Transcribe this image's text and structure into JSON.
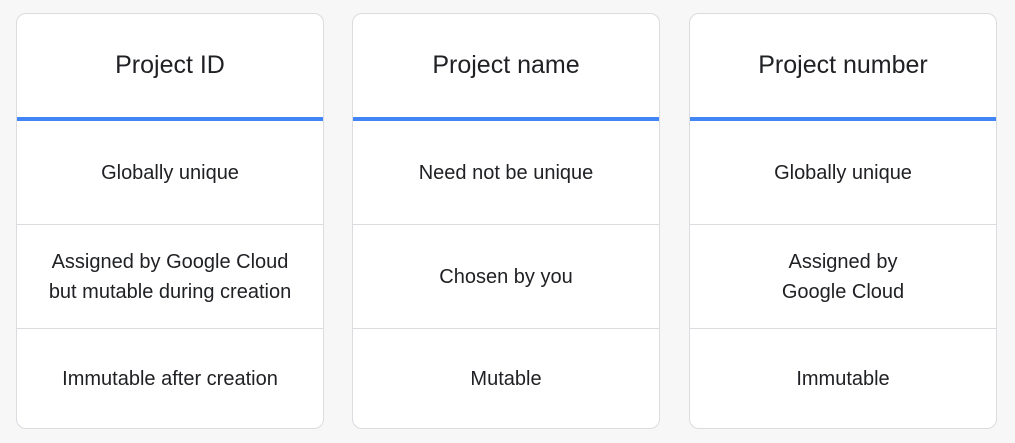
{
  "columns": [
    {
      "header": "Project ID",
      "rows": [
        "Globally unique",
        "Assigned by Google Cloud\nbut mutable during creation",
        "Immutable after creation"
      ]
    },
    {
      "header": "Project name",
      "rows": [
        "Need not be unique",
        "Chosen by you",
        "Mutable"
      ]
    },
    {
      "header": "Project number",
      "rows": [
        "Globally unique",
        "Assigned by\nGoogle Cloud",
        "Immutable"
      ]
    }
  ],
  "colors": {
    "accent": "#4285f4",
    "border": "#dadce0",
    "text": "#202124",
    "background": "#f7f7f7"
  }
}
